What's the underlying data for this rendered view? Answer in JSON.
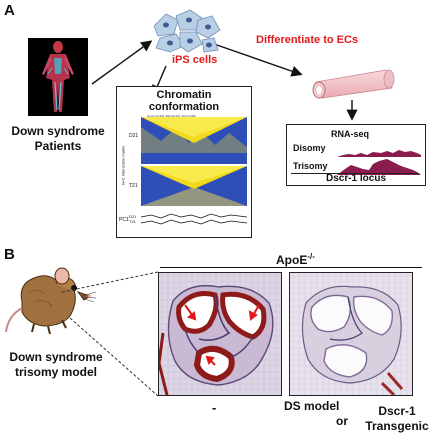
{
  "panel_a": {
    "letter": "A",
    "patients_label": [
      "Down syndrome",
      "Patients"
    ],
    "ips_label": "iPS cells",
    "differentiate_label": "Differentiate to ECs",
    "chromatin_title": [
      "Chromatin",
      "conformation"
    ],
    "hic_axis_label": "Hi-C interaction matrix",
    "hic_header": "chr21:14,361,300-46,697,123 (hg38)",
    "d21_label": "D21",
    "t21_label": "T21",
    "pc1_label": "PC1",
    "rnaseq_title": "RNA-seq",
    "disomy_label": "Disomy",
    "trisomy_label": "Trisomy",
    "locus_label": "Dscr-1 locus"
  },
  "panel_b": {
    "letter": "B",
    "apoe_label": "ApoE",
    "apoe_sup": "-/-",
    "model_label": [
      "Down syndrome",
      "trisomy model"
    ],
    "left_caption": "-",
    "ds_model_label": "DS model",
    "or_label": "or",
    "transgenic_label": [
      "Dscr-1",
      "Transgenic"
    ]
  },
  "colors": {
    "accent_red": "#e0191b",
    "hic_blue": "#2f4fb8",
    "hic_yellow": "#f2d91c",
    "rna_maroon": "#8a1d4e",
    "lesion_red": "#8e1a1a"
  }
}
